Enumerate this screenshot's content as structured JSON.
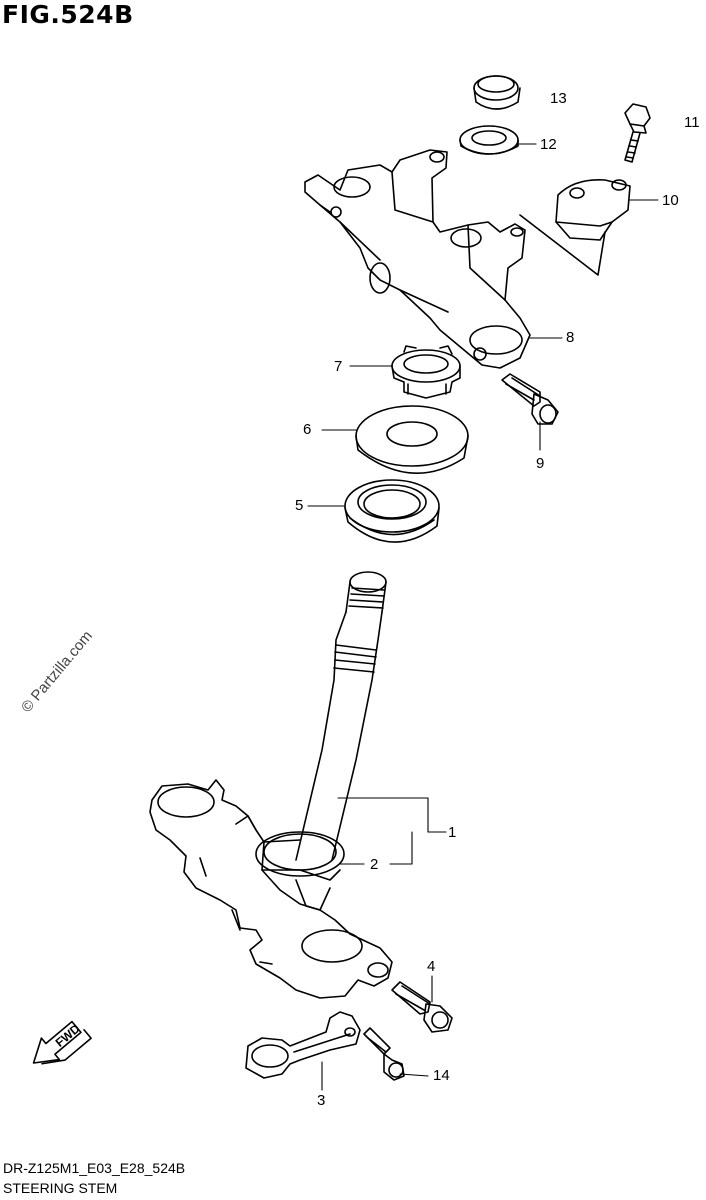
{
  "figure": {
    "title": "FIG.524B",
    "code": "DR-Z125M1_E03_E28_524B",
    "name": "STEERING STEM"
  },
  "watermark": "© Partzilla.com",
  "fwd_arrow": {
    "label": "FWD"
  },
  "callouts": [
    {
      "id": "1",
      "label": "1"
    },
    {
      "id": "2",
      "label": "2"
    },
    {
      "id": "3",
      "label": "3"
    },
    {
      "id": "4",
      "label": "4"
    },
    {
      "id": "5",
      "label": "5"
    },
    {
      "id": "6",
      "label": "6"
    },
    {
      "id": "7",
      "label": "7"
    },
    {
      "id": "8",
      "label": "8"
    },
    {
      "id": "9",
      "label": "9"
    },
    {
      "id": "10",
      "label": "10"
    },
    {
      "id": "11",
      "label": "11"
    },
    {
      "id": "12",
      "label": "12"
    },
    {
      "id": "13",
      "label": "13"
    },
    {
      "id": "14",
      "label": "14"
    }
  ]
}
